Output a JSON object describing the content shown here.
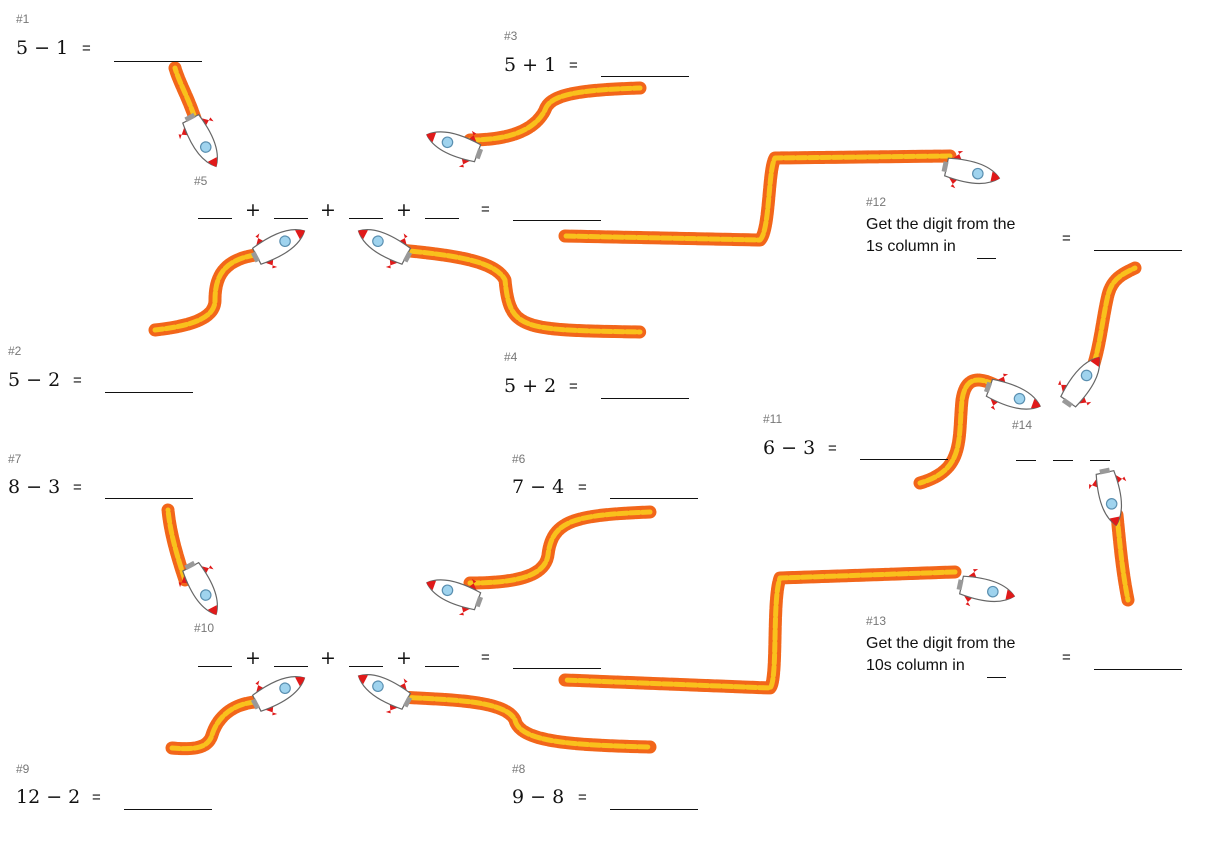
{
  "problems": [
    {
      "id": "#1",
      "expr": "5 − 1",
      "eq": "="
    },
    {
      "id": "#2",
      "expr": "5 − 2",
      "eq": "="
    },
    {
      "id": "#3",
      "expr": "5 + 1",
      "eq": "="
    },
    {
      "id": "#4",
      "expr": "5 + 2",
      "eq": "="
    },
    {
      "id": "#5",
      "ops": [
        "+",
        "+",
        "+"
      ],
      "eq": "="
    },
    {
      "id": "#6",
      "expr": "7 − 4",
      "eq": "="
    },
    {
      "id": "#7",
      "expr": "8 − 3",
      "eq": "="
    },
    {
      "id": "#8",
      "expr": "9 − 8",
      "eq": "="
    },
    {
      "id": "#9",
      "expr": "12 − 2",
      "eq": "="
    },
    {
      "id": "#10",
      "ops": [
        "+",
        "+",
        "+"
      ],
      "eq": "="
    },
    {
      "id": "#11",
      "expr": "6 − 3",
      "eq": "="
    },
    {
      "id": "#12",
      "line1": "Get the digit from the",
      "line2": "1s column in",
      "eq": "="
    },
    {
      "id": "#13",
      "line1": "Get the digit from the",
      "line2": "10s column in",
      "eq": "="
    },
    {
      "id": "#14"
    }
  ],
  "colors": {
    "flame_outer": "#f2661a",
    "flame_inner": "#f9c11c",
    "rocket_body": "#ffffff",
    "rocket_fin": "#e01a1a",
    "porthole": "#9fd3ee"
  }
}
